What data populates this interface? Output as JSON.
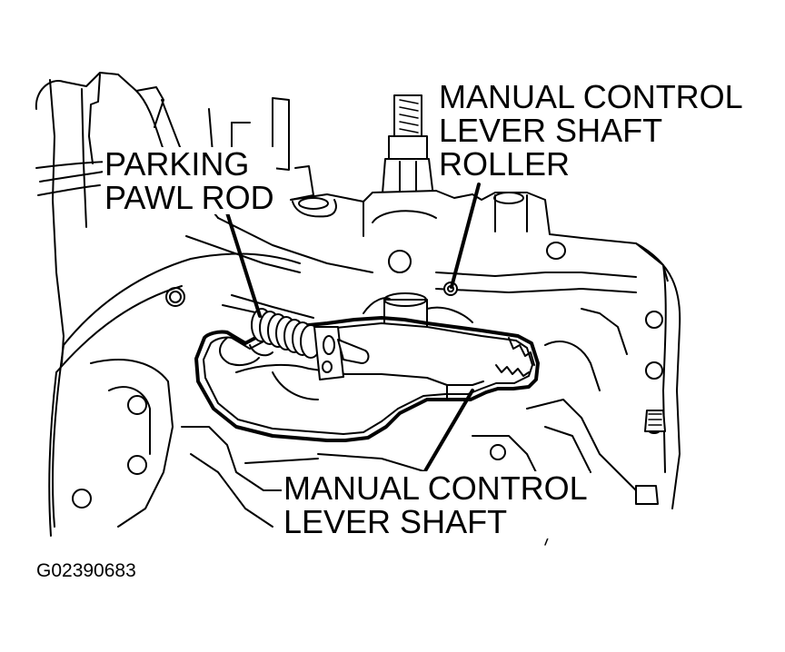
{
  "callouts": {
    "roller": [
      "MANUAL CONTROL",
      "LEVER SHAFT",
      "ROLLER"
    ],
    "parking_pawl_rod": [
      "PARKING",
      "PAWL ROD"
    ],
    "lever_shaft": [
      "MANUAL CONTROL",
      "LEVER SHAFT"
    ]
  },
  "figure_id": "G02390683"
}
